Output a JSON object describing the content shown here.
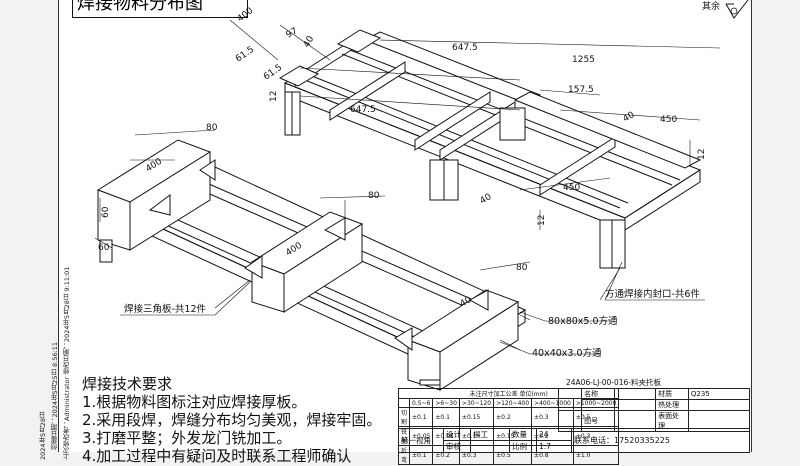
{
  "drawing": {
    "title": "焊接物料分布图",
    "corner_text": "其余",
    "side_stamp": "上次修改者：Administrator  修改日期：2024年5月28日 9:11:01",
    "side_stamp2": "创建日期：2024年5月25日 8:56:11",
    "side_stamp3": "2024年5月28日"
  },
  "dimensions": {
    "d400_top": "400",
    "d97": "97",
    "d40a": "40",
    "d615a": "61.5",
    "d615b": "61.5",
    "d6475a": "647.5",
    "d6475b": "647.5",
    "d1255": "1255",
    "d12a": "12",
    "d1575": "157.5",
    "d40b": "40",
    "d450a": "450",
    "d450b": "450",
    "d40c": "40",
    "d12b": "12",
    "d12c": "12",
    "d80a": "80",
    "d400_left": "400",
    "d60a": "60",
    "d60b": "60",
    "d80b": "80",
    "d400_mid": "400",
    "d80c": "80",
    "d40d": "40"
  },
  "callouts": {
    "triangle_plate": "焊接三角板-共12件",
    "square_tube_cap": "方通焊接内封口-共6件",
    "tube_80": "80x80x5.0方通",
    "tube_40": "40x40x3.0方通"
  },
  "requirements": {
    "title": "焊接技术要求",
    "items": [
      "1.根据物料图标注对应焊接厚板。",
      "2.采用段焊，焊缝分布均匀美观，焊接牢固。",
      "3.打磨平整；外发龙门铣加工。",
      "4.加工过程中有疑问及时联系工程师确认"
    ]
  },
  "title_block": {
    "drawing_no": "24A06-LJ-00-016-料夹托板",
    "tolerance_title": "未注尺寸加工公差  单位(mm)",
    "name_label": "名称",
    "material_label": "材质",
    "material_value": "Q235",
    "heat_label": "热处理",
    "drawing_no_label": "图号",
    "surface_label": "表面处理",
    "view_label": "第一视角",
    "design_label": "设计",
    "designer": "楊工",
    "qty_label": "数量",
    "qty_value": "24",
    "phone": "联系电话：17520335225",
    "check_label": "审核",
    "ratio_label": "比例",
    "ratio_value": "1:7",
    "row_cut": "切割",
    "row_mill": "铣削",
    "row_bend": "折弯",
    "tol_headers": [
      "0.5~6",
      ">6~30",
      ">30~120",
      ">120~400",
      ">400~1000",
      ">1000~2000"
    ],
    "tol_cut": [
      "±0.1",
      "±0.1",
      "±0.15",
      "±0.2",
      "±0.3",
      "±0.5"
    ],
    "tol_mill": [
      "±0.05",
      "±0.05",
      "±0.1",
      "±0.15",
      "±0.2",
      "±0.3"
    ],
    "tol_bend": [
      "±0.1",
      "±0.2",
      "±0.3",
      "±0.5",
      "±0.8",
      "±1.0"
    ]
  }
}
